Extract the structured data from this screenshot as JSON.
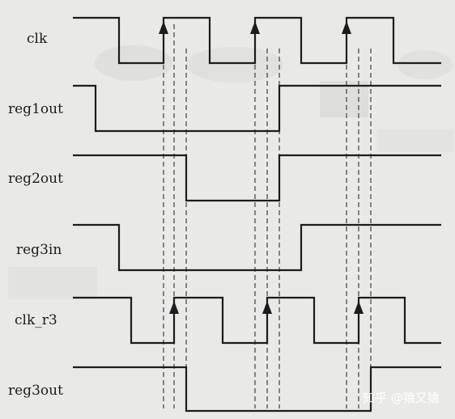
{
  "signals": [
    {
      "label": "clk"
    },
    {
      "label": "reg1out"
    },
    {
      "label": "reg2out"
    },
    {
      "label": "reg3in"
    },
    {
      "label": "clk_r3"
    },
    {
      "label": "reg3out"
    }
  ],
  "watermark": "知乎 @猿又猿",
  "colors": {
    "background": "#e9e9e7",
    "ink": "#1c1c1c"
  }
}
